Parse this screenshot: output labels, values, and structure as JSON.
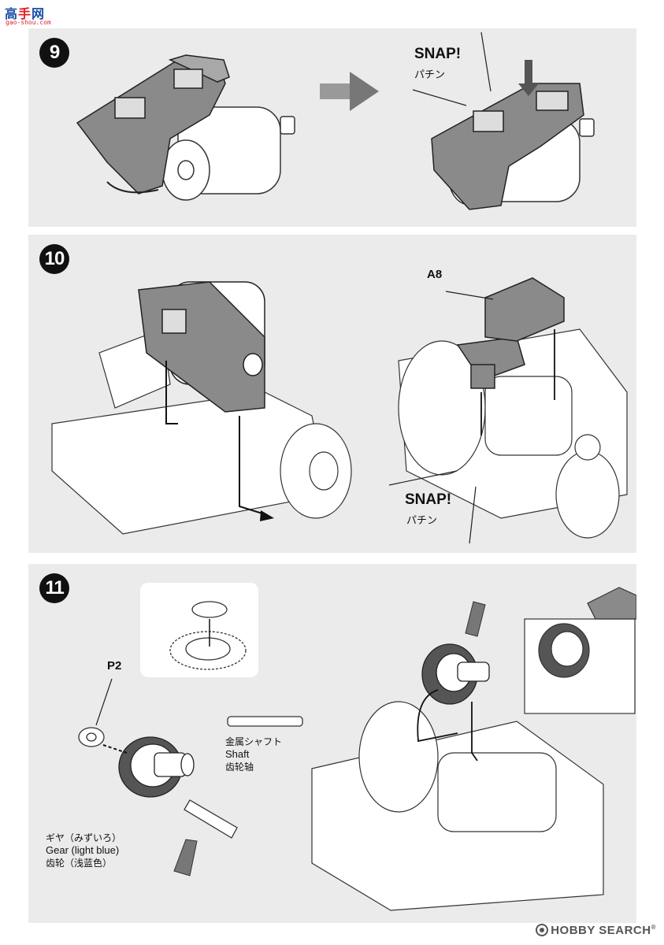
{
  "site_logo": {
    "text": "高手网",
    "subtitle": "gao-shou.com"
  },
  "steps": [
    {
      "number": "9",
      "snap_label": "SNAP!",
      "snap_label_jp": "パチン"
    },
    {
      "number": "10",
      "part_label": "A8",
      "snap_label": "SNAP!",
      "snap_label_jp": "パチン"
    },
    {
      "number": "11",
      "part_label": "P2",
      "shaft_label_jp": "金属シャフト",
      "shaft_label_en": "Shaft",
      "shaft_label_cn": "齿轮轴",
      "gear_label_jp": "ギヤ（みずいろ）",
      "gear_label_en": "Gear (light blue)",
      "gear_label_cn": "齿轮（浅蓝色）"
    }
  ],
  "watermark": {
    "text": "HOBBY SEARCH",
    "mark": "®"
  },
  "colors": {
    "panel_bg": "#ebebeb",
    "badge": "#111111",
    "part_dark": "#555555",
    "outline": "#333333"
  }
}
